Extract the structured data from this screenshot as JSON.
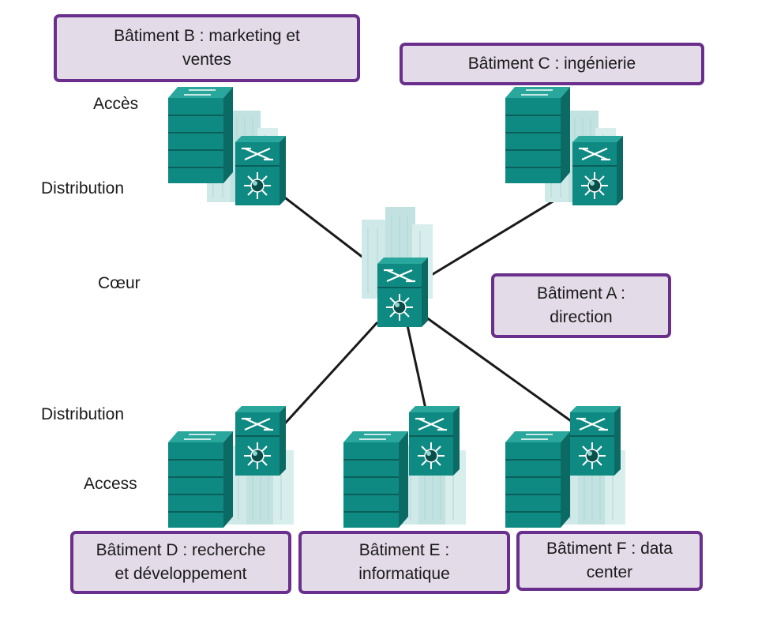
{
  "layers": {
    "access_top": "Accès",
    "distribution_top": "Distribution",
    "core": "Cœur",
    "distribution_bottom": "Distribution",
    "access_bottom": "Access"
  },
  "buildings": {
    "b": {
      "line1": "Bâtiment B : marketing et",
      "line2": "ventes"
    },
    "c": {
      "line1": "Bâtiment C : ingénierie"
    },
    "a": {
      "line1": "Bâtiment A :",
      "line2": "direction"
    },
    "d": {
      "line1": "Bâtiment D : recherche",
      "line2": "et développement"
    },
    "e": {
      "line1": "Bâtiment E :",
      "line2": "informatique"
    },
    "f": {
      "line1": "Bâtiment F : data",
      "line2": "center"
    }
  },
  "colors": {
    "box_border": "#6a2f8c",
    "box_fill": "#e3dbe8",
    "device_front": "#0f8a82",
    "device_top": "#2aa79d",
    "device_side": "#0b6a64",
    "building": "#cfe9e8",
    "link": "#1a1a1a"
  },
  "icons": {
    "access_switch": "access-switch-stack-icon",
    "distribution_switch": "multilayer-switch-icon",
    "building": "building-icon"
  }
}
